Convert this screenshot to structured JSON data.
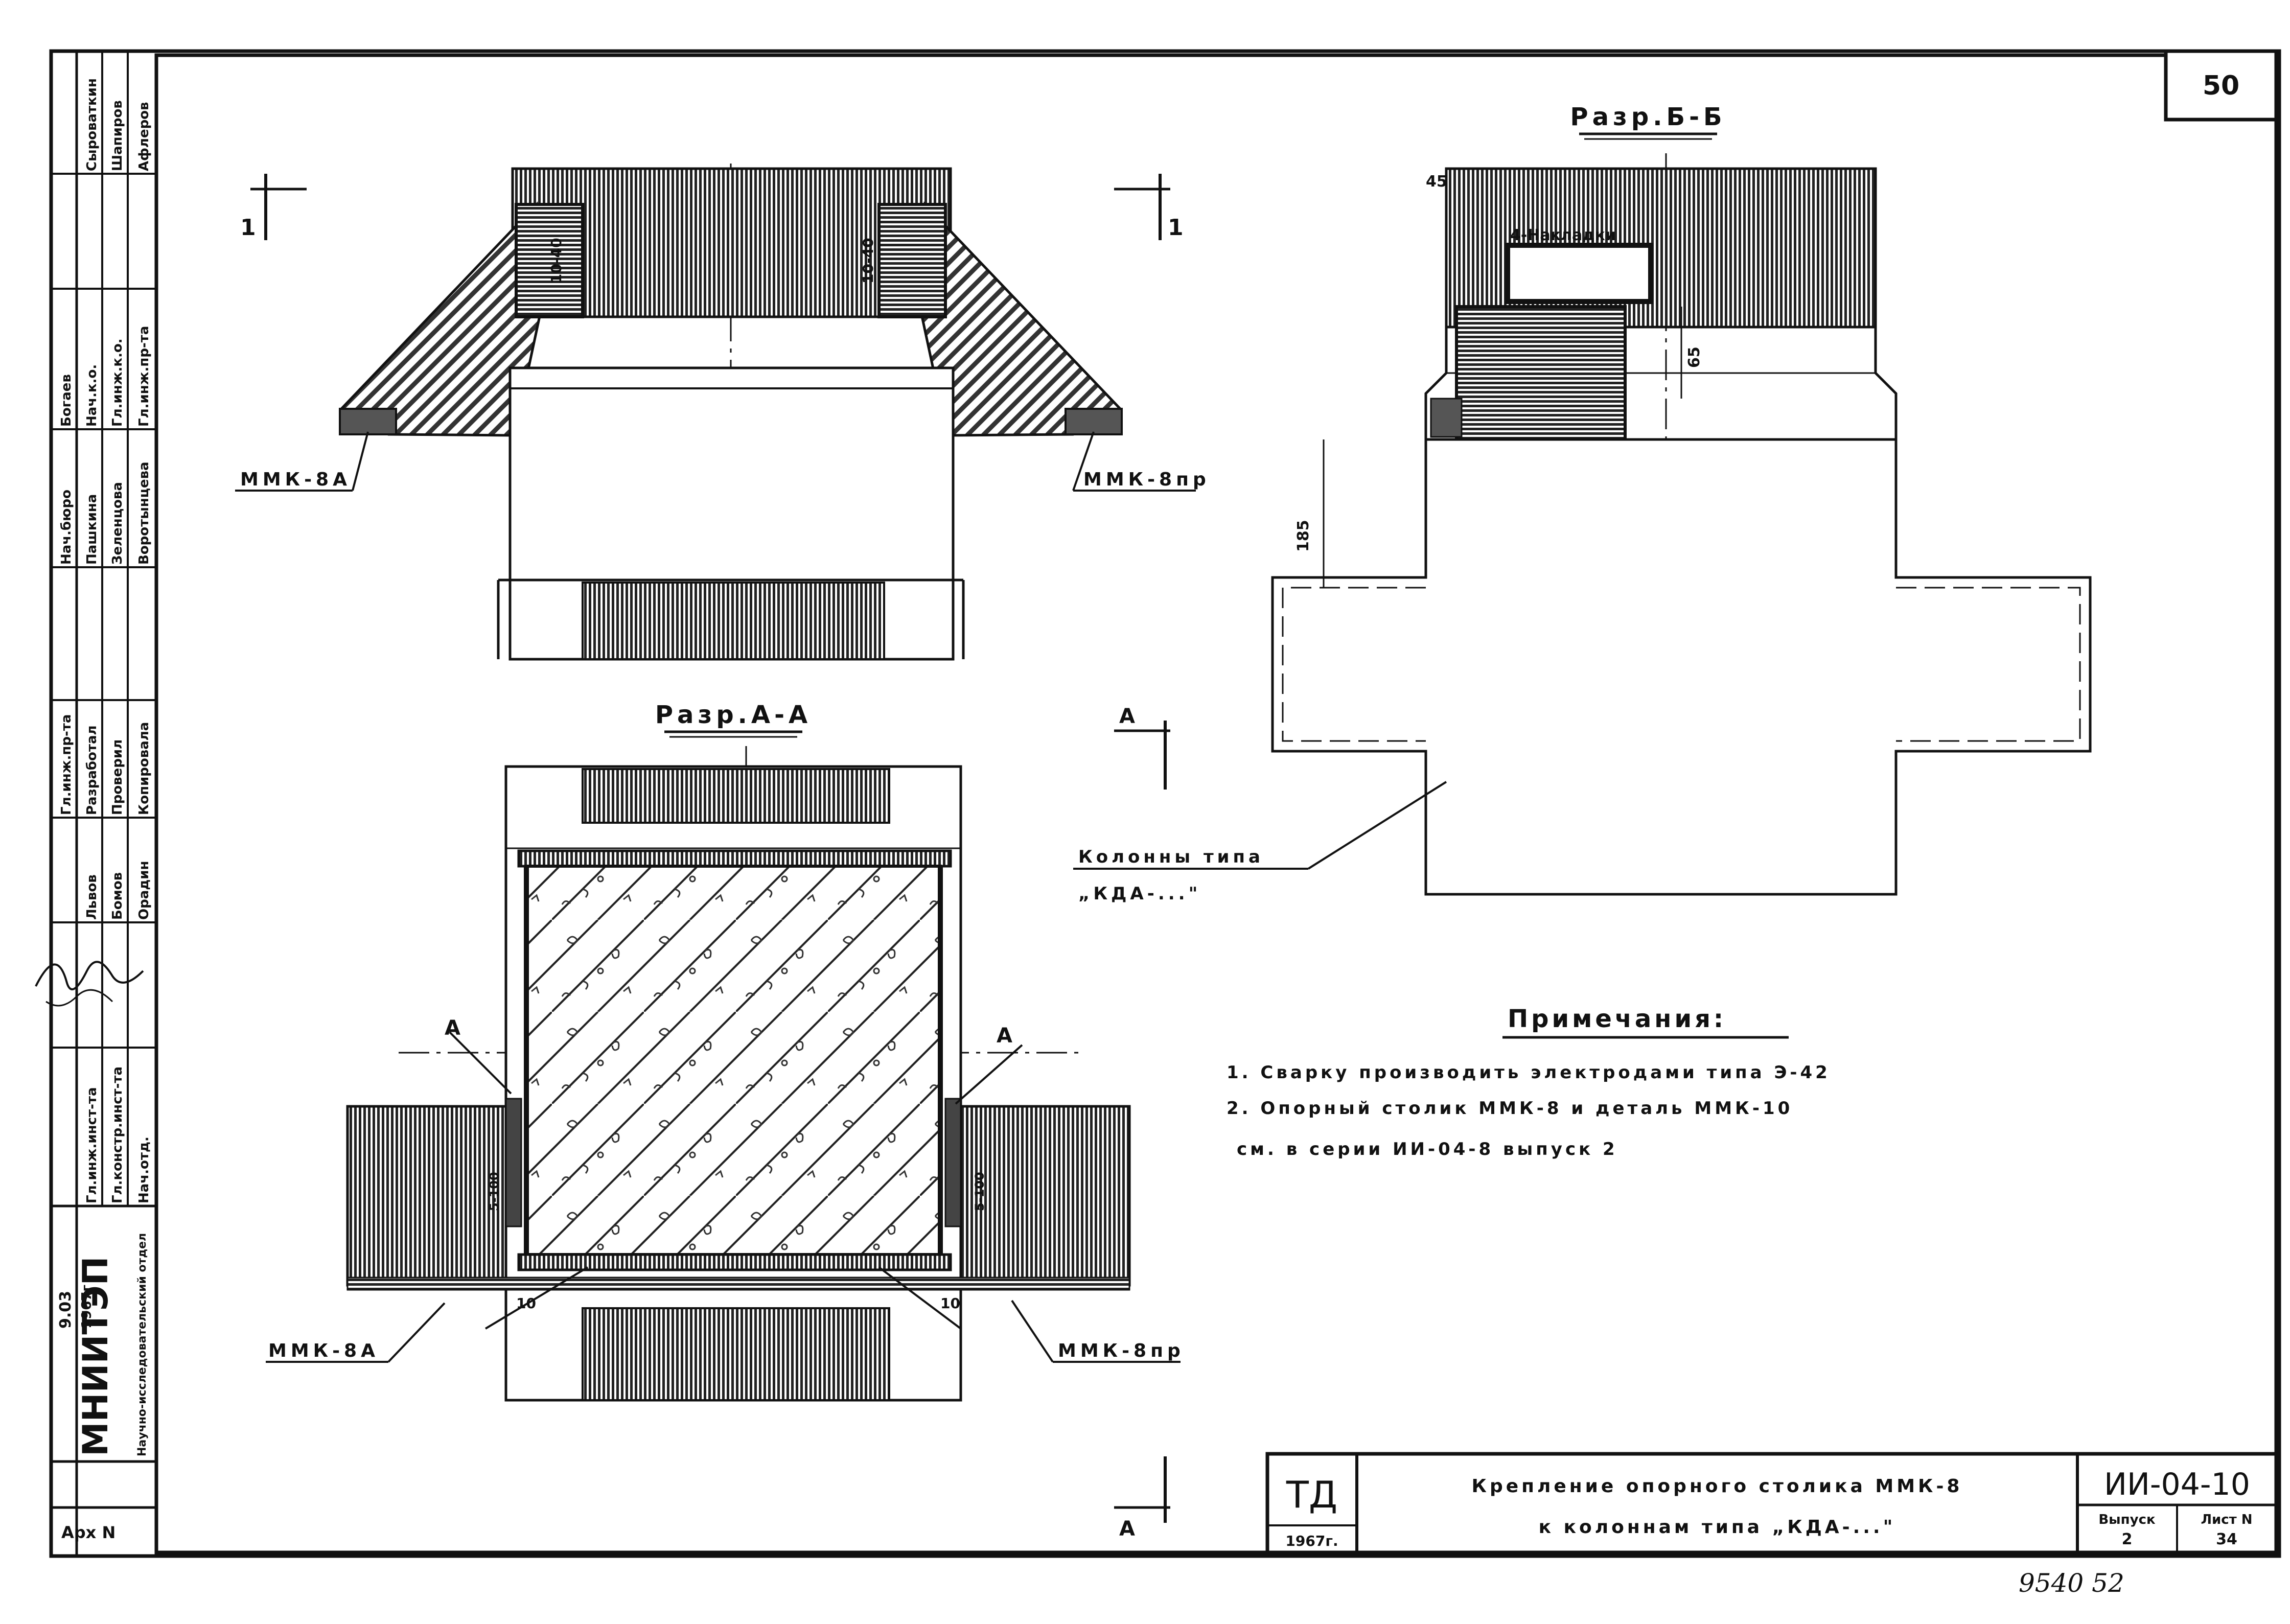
{
  "sheet_number": "50",
  "sections": {
    "a_a": "Разр.А-А",
    "b_b": "Разр.Б-Б"
  },
  "cut_marks": {
    "one": "1",
    "a": "А"
  },
  "labels": {
    "mmk8a_top": "ММК-8А",
    "mmk8pr_top": "ММК-8пр",
    "mmk8a_bottom": "ММК-8А",
    "mmk8pr_bottom": "ММК-8пр",
    "column_type_line1": "Колонны типа",
    "column_type_line2": "„КДА-...\"",
    "weld_mark_a": "А",
    "dim_10_left": "10",
    "dim_10_right": "10",
    "dim_45": "45",
    "dim_65": "65",
    "dim_185": "185",
    "dim_1040_left": "10-40",
    "dim_1040_right": "10-40",
    "dim_5100_left": "5-100",
    "dim_5100_right": "5-100",
    "leader_weld_top": "4-Накладки"
  },
  "notes": {
    "title": "Примечания:",
    "line1": "1. Сварку производить электродами типа Э-42",
    "line2": "2. Опорный столик ММК-8 и деталь ММК-10",
    "line3": "см. в серии ИИ-04-8 выпуск 2"
  },
  "stamp": {
    "org_short": "ТД",
    "year": "1967г.",
    "title_line1": "Крепление опорного столика ММК-8",
    "title_line2": "к колоннам типа „КДА-...\"",
    "series": "ИИ-04-10",
    "issue_label": "Выпуск",
    "issue_value": "2",
    "sheet_label": "Лист N",
    "sheet_value": "34"
  },
  "handwritten_number": "9540 52",
  "left_strip": {
    "institute": "МНИИТЭП",
    "department": "Научно-исследовательский отдел",
    "archive": "Арх N",
    "date_a": "9.03",
    "date_b": "1967г",
    "cells": [
      "Гл.инж.инст-та",
      "Гл.констр.инст-та",
      "Нач.отд.",
      "Львов",
      "Бомов",
      "Орадин",
      "Гл.инж.пр-та",
      "Разработал",
      "Проверил",
      "Копировала",
      "Нач.бюро",
      "Пашкина",
      "Зеленцова",
      "Воротынцева",
      "Богаев",
      "Нач.к.о.",
      "Гл.инж.к.о.",
      "Гл.инж.пр-та",
      "Сыроваткин",
      "Шапиров",
      "Афлеров"
    ]
  }
}
